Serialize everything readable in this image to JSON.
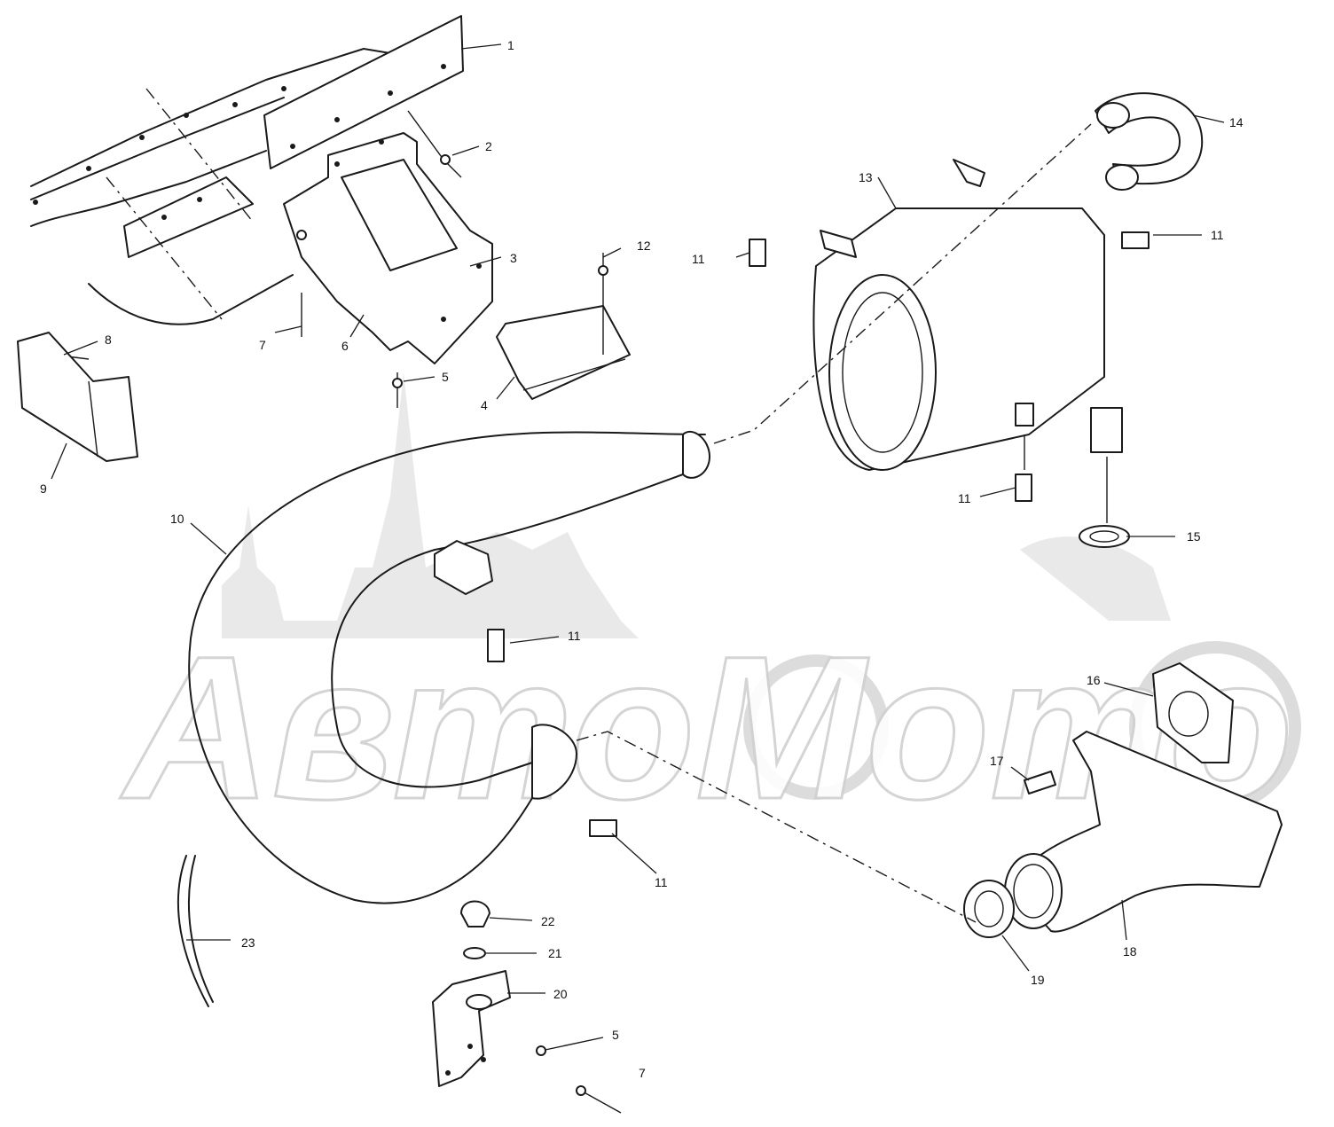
{
  "watermark": {
    "text": "AвтоМото"
  },
  "callouts": [
    {
      "id": "c1",
      "label": "1"
    },
    {
      "id": "c2",
      "label": "2"
    },
    {
      "id": "c3",
      "label": "3"
    },
    {
      "id": "c4",
      "label": "4"
    },
    {
      "id": "c5a",
      "label": "5"
    },
    {
      "id": "c5b",
      "label": "5"
    },
    {
      "id": "c6",
      "label": "6"
    },
    {
      "id": "c7a",
      "label": "7"
    },
    {
      "id": "c7b",
      "label": "7"
    },
    {
      "id": "c8",
      "label": "8"
    },
    {
      "id": "c9",
      "label": "9"
    },
    {
      "id": "c10",
      "label": "10"
    },
    {
      "id": "c11a",
      "label": "11"
    },
    {
      "id": "c11b",
      "label": "11"
    },
    {
      "id": "c11c",
      "label": "11"
    },
    {
      "id": "c11d",
      "label": "11"
    },
    {
      "id": "c11e",
      "label": "11"
    },
    {
      "id": "c12",
      "label": "12"
    },
    {
      "id": "c13",
      "label": "13"
    },
    {
      "id": "c14",
      "label": "14"
    },
    {
      "id": "c15",
      "label": "15"
    },
    {
      "id": "c16",
      "label": "16"
    },
    {
      "id": "c17",
      "label": "17"
    },
    {
      "id": "c18",
      "label": "18"
    },
    {
      "id": "c19",
      "label": "19"
    },
    {
      "id": "c20",
      "label": "20"
    },
    {
      "id": "c21",
      "label": "21"
    },
    {
      "id": "c22",
      "label": "22"
    },
    {
      "id": "c23",
      "label": "23"
    }
  ]
}
